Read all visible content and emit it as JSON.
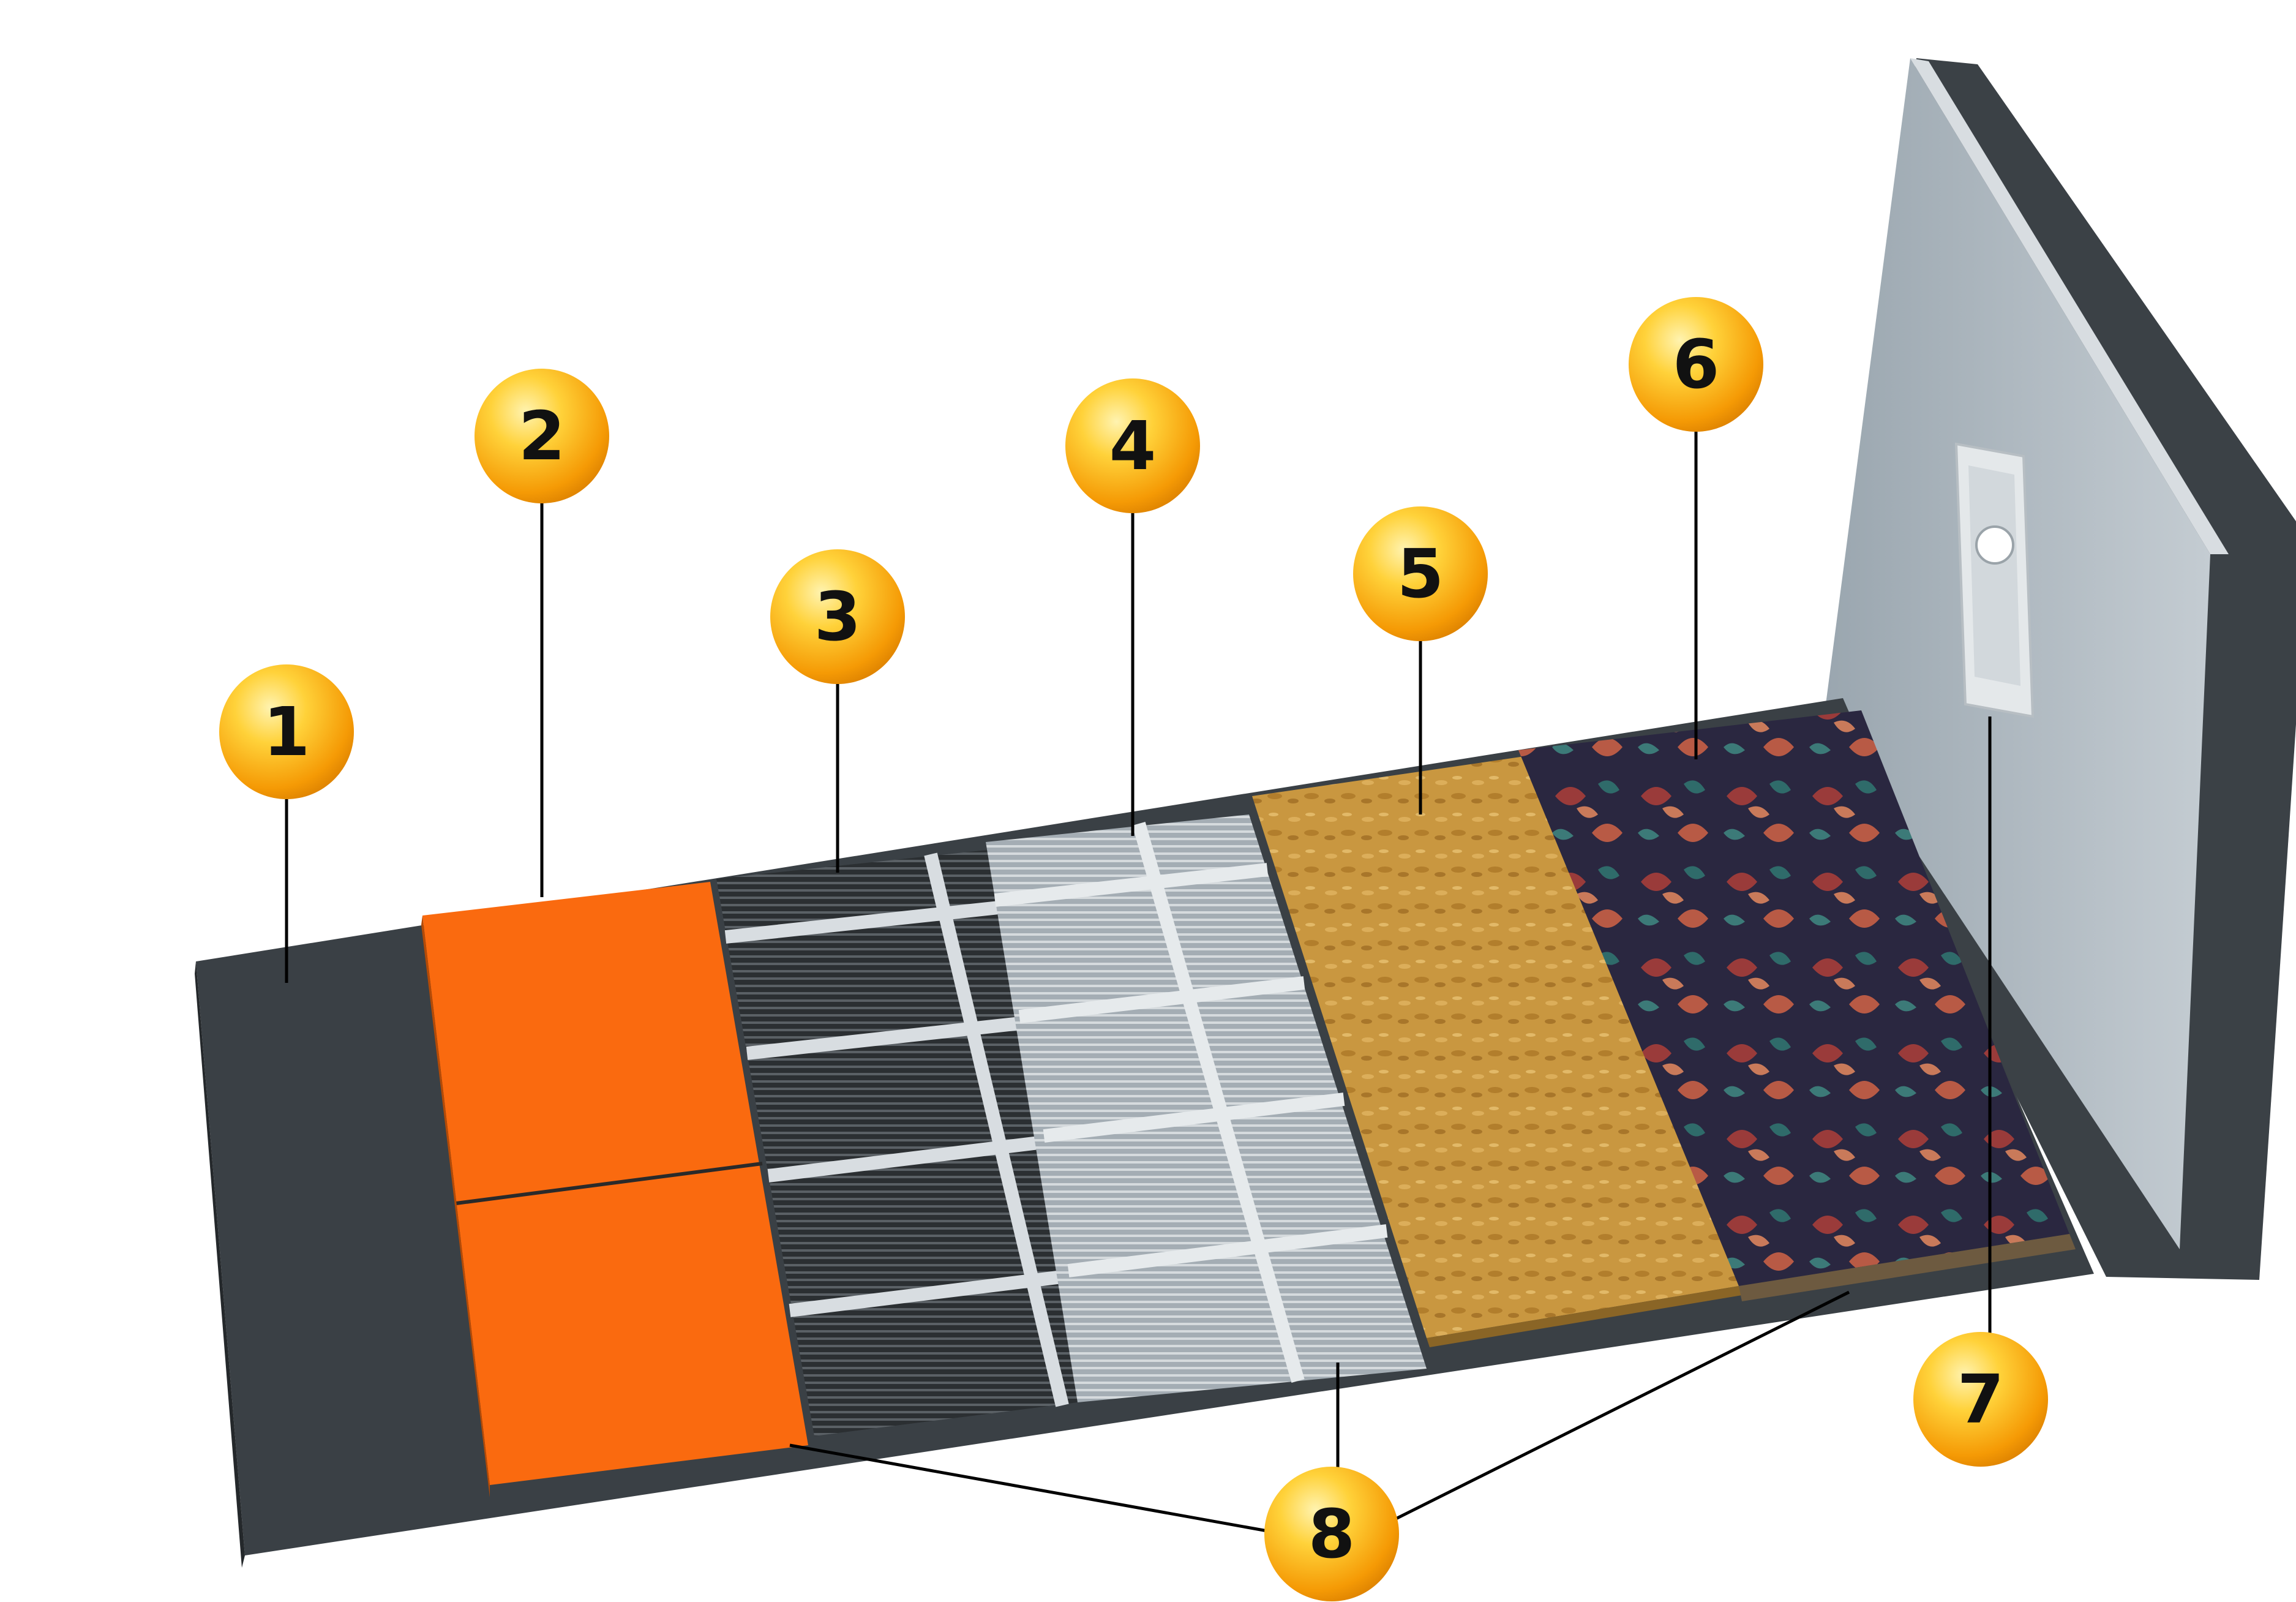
{
  "callouts": [
    {
      "id": "1",
      "label": "1",
      "part": "base-subfloor"
    },
    {
      "id": "2",
      "label": "2",
      "part": "reflective-insulation"
    },
    {
      "id": "3",
      "label": "3",
      "part": "heating-film-dark"
    },
    {
      "id": "4",
      "label": "4",
      "part": "heating-film-light"
    },
    {
      "id": "5",
      "label": "5",
      "part": "osb-board"
    },
    {
      "id": "6",
      "label": "6",
      "part": "patterned-carpet"
    },
    {
      "id": "7",
      "label": "7",
      "part": "thermostat"
    },
    {
      "id": "8",
      "label": "8",
      "part": "protective-film-edges"
    }
  ],
  "colors": {
    "subfloor": "#3a4045",
    "insulation": "#fa6a0f",
    "heating_film_dark": "#2a2e31",
    "heating_film_light": "#a7b0b7",
    "osb": "#c9963c",
    "carpet": "#3b2a3f",
    "wall": "#a9b4bd",
    "wall_edge": "#3c4246",
    "callout_fill": "#f8a90a",
    "callout_highlight": "#ffe38a"
  },
  "icons": [
    "thermostat-icon"
  ]
}
